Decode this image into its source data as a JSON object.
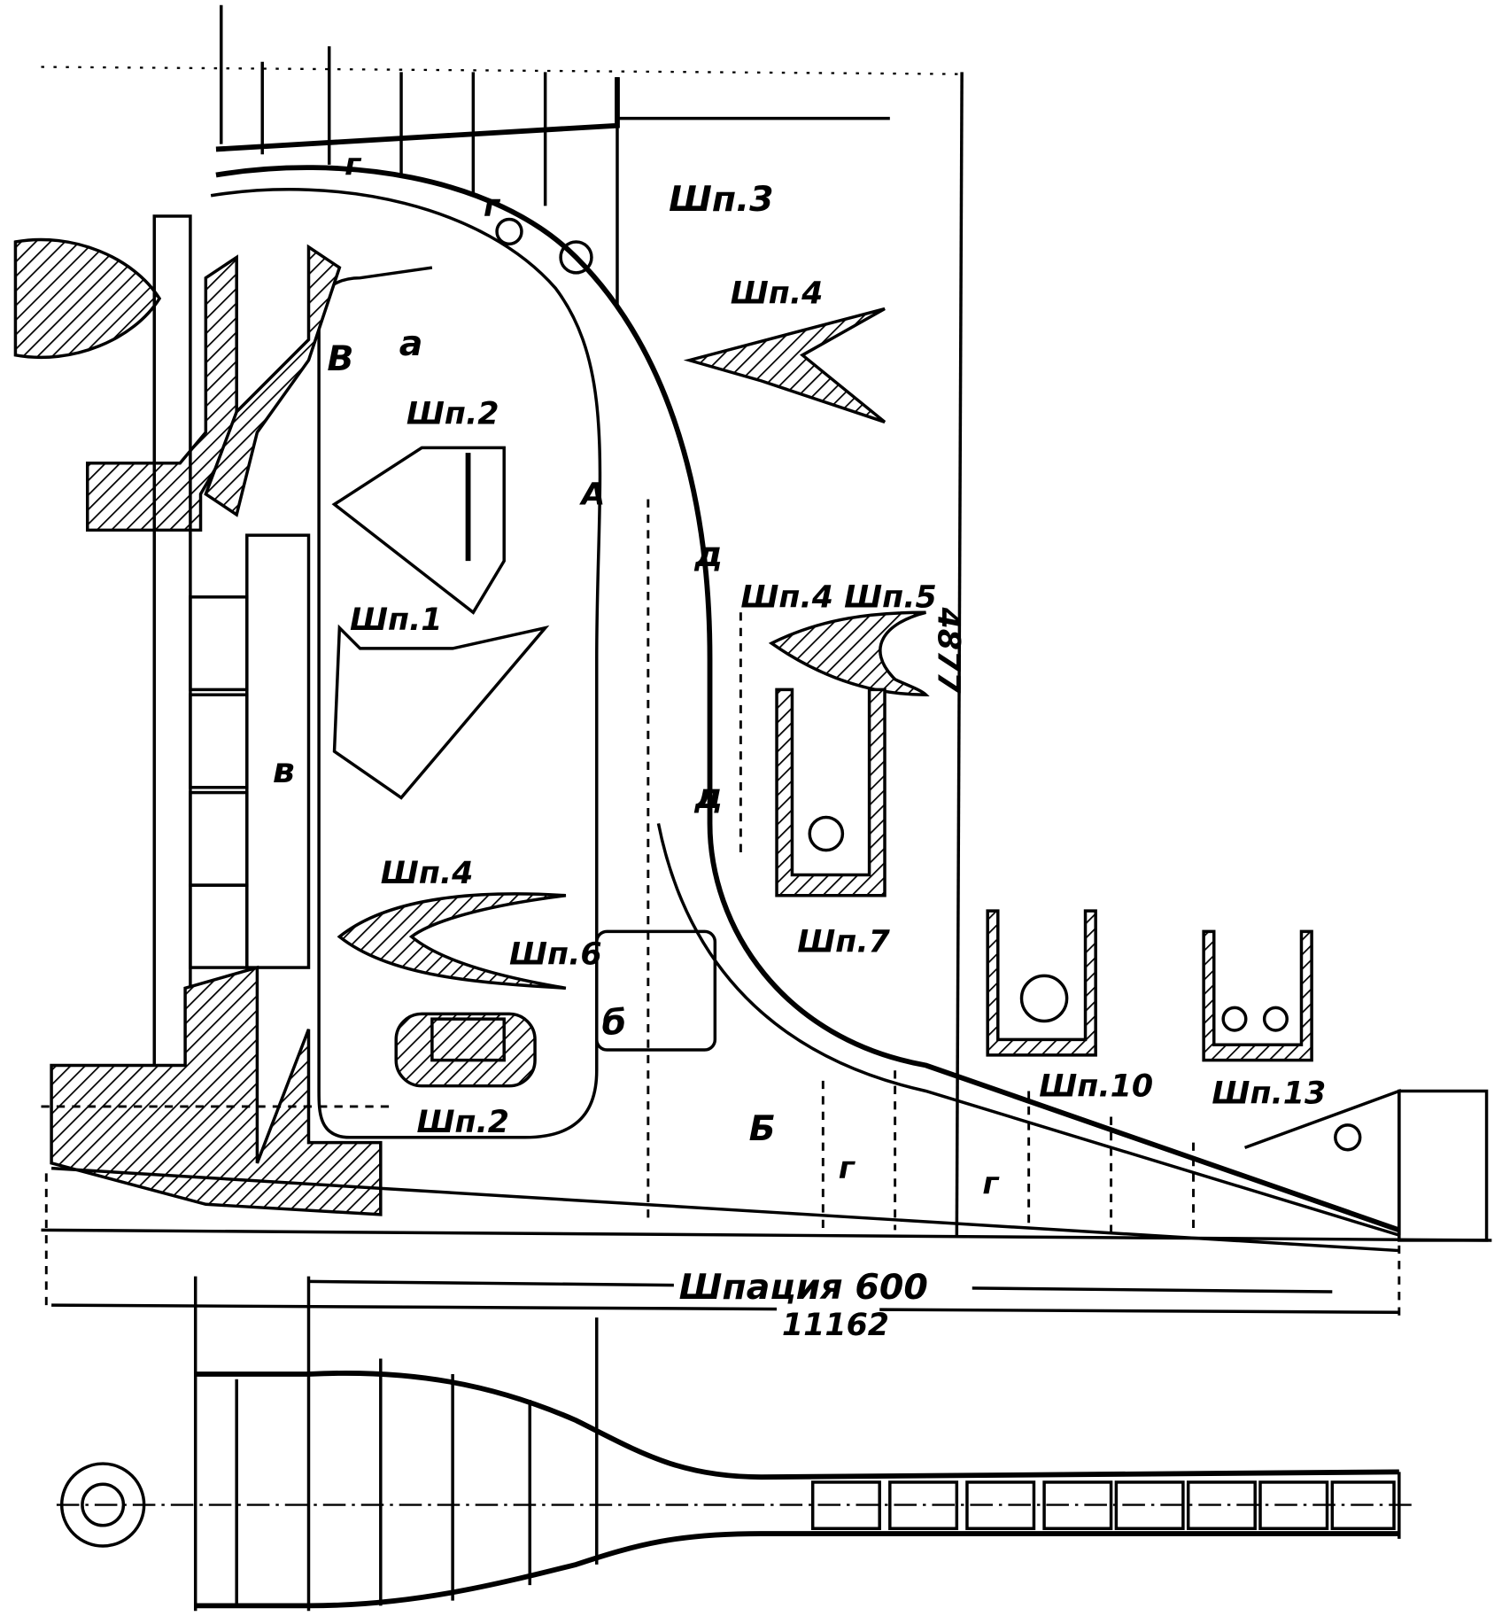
{
  "drawing": {
    "labels": {
      "g1": "г",
      "g2": "г",
      "sh3": "Шп.3",
      "sh4_top": "Шп.4",
      "V_upper": "В",
      "a": "а",
      "sh2_top": "Шп.2",
      "A": "А",
      "d1": "д",
      "sh4_sh5": "Шп.4 Шп.5",
      "dim_height": "4877",
      "sh1": "Шп.1",
      "v_lower": "в",
      "d2": "д",
      "sh4_mid": "Шп.4",
      "sh7": "Шп.7",
      "sh6": "Шп.6",
      "b_small": "б",
      "sh10": "Шп.10",
      "sh13": "Шп.13",
      "sh2_bottom": "Шп.2",
      "B_cap": "Б",
      "g3": "г",
      "g4": "г"
    },
    "dimensions": {
      "spacing": "Шпация 600",
      "length": "11162"
    },
    "colors": {
      "ink": "#000000",
      "paper": "#ffffff"
    }
  }
}
